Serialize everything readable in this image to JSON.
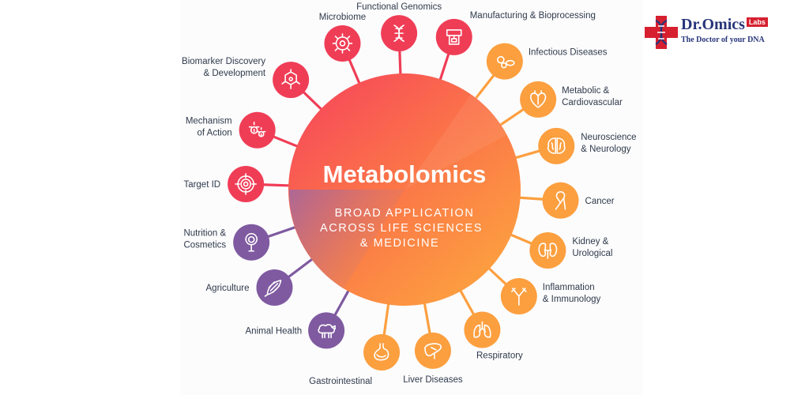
{
  "diagram": {
    "title": "Metabolomics",
    "subtitle": [
      "BROAD APPLICATION",
      "ACROSS LIFE SCIENCES",
      "& MEDICINE"
    ],
    "colors": {
      "red": "#f03d56",
      "orange": "#fc9f3f",
      "purple": "#7f5aa0"
    },
    "nodes": [
      {
        "id": "functional-genomics",
        "label": [
          "Functional Genomics"
        ],
        "color": "red",
        "icon": "dna"
      },
      {
        "id": "manufacturing",
        "label": [
          "Manufacturing & Bioprocessing"
        ],
        "color": "red",
        "icon": "printer"
      },
      {
        "id": "infectious-diseases",
        "label": [
          "Infectious Diseases"
        ],
        "color": "orange",
        "icon": "bacteria"
      },
      {
        "id": "metabolic-cardiovascular",
        "label": [
          "Metabolic &",
          "Cardiovascular"
        ],
        "color": "orange",
        "icon": "heart"
      },
      {
        "id": "neuroscience",
        "label": [
          "Neuroscience",
          "& Neurology"
        ],
        "color": "orange",
        "icon": "brain"
      },
      {
        "id": "cancer",
        "label": [
          "Cancer"
        ],
        "color": "orange",
        "icon": "ribbon"
      },
      {
        "id": "kidney",
        "label": [
          "Kidney &",
          "Urological"
        ],
        "color": "orange",
        "icon": "kidney"
      },
      {
        "id": "inflammation",
        "label": [
          "Inflammation",
          "& Immunology"
        ],
        "color": "orange",
        "icon": "antibody"
      },
      {
        "id": "respiratory",
        "label": [
          "Respiratory"
        ],
        "color": "orange",
        "icon": "lungs"
      },
      {
        "id": "liver",
        "label": [
          "Liver Diseases"
        ],
        "color": "orange",
        "icon": "liver"
      },
      {
        "id": "gastrointestinal",
        "label": [
          "Gastrointestinal"
        ],
        "color": "orange",
        "icon": "stomach"
      },
      {
        "id": "animal-health",
        "label": [
          "Animal Health"
        ],
        "color": "purple",
        "icon": "sheep"
      },
      {
        "id": "agriculture",
        "label": [
          "Agriculture"
        ],
        "color": "purple",
        "icon": "corn"
      },
      {
        "id": "nutrition",
        "label": [
          "Nutrition &",
          "Cosmetics"
        ],
        "color": "purple",
        "icon": "mirror"
      },
      {
        "id": "target-id",
        "label": [
          "Target ID"
        ],
        "color": "red",
        "icon": "target"
      },
      {
        "id": "mechanism",
        "label": [
          "Mechanism",
          "of Action"
        ],
        "color": "red",
        "icon": "gears"
      },
      {
        "id": "biomarker",
        "label": [
          "Biomarker Discovery",
          "& Development"
        ],
        "color": "red",
        "icon": "molecule"
      },
      {
        "id": "microbiome",
        "label": [
          "Microbiome"
        ],
        "color": "red",
        "icon": "microbe"
      }
    ]
  },
  "logo": {
    "name": "Dr.Omics",
    "badge": "Labs",
    "tagline": "The Doctor of your DNA",
    "colors": {
      "navy": "#27357a",
      "red": "#d6202f"
    }
  }
}
